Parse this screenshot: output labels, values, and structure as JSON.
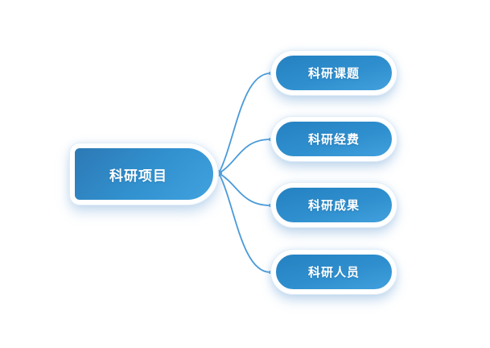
{
  "mindmap": {
    "root": {
      "label": "科研项目"
    },
    "branches": [
      {
        "label": "科研课题"
      },
      {
        "label": "科研经费"
      },
      {
        "label": "科研成果"
      },
      {
        "label": "科研人员"
      }
    ],
    "colors": {
      "node_fill_dark": "#2581c1",
      "node_fill_light": "#42a2de",
      "root_fill_dark": "#2c79b5",
      "root_fill_light": "#42a2de",
      "node_border": "#ffffff",
      "connector": "#4a9ad8",
      "glow": "#e0edf8",
      "text": "#ffffff",
      "background": "#ffffff"
    }
  }
}
